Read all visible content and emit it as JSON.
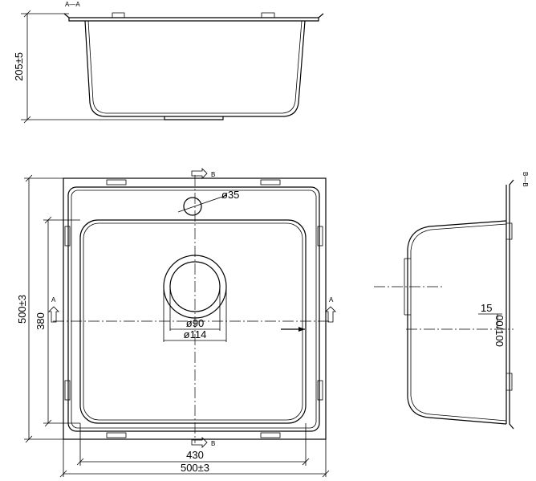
{
  "labels": {
    "section_aa": "A—A",
    "section_bb": "B—B",
    "marker_a_left": "A",
    "marker_a_right": "A",
    "marker_b_top": "B",
    "marker_b_bottom": "B",
    "height_depth": "205±5",
    "height_outer": "500±3",
    "height_inner": "380",
    "width_inner": "430",
    "width_outer": "500±3",
    "dia_tap_hole": "ø35",
    "dia_drain": "ø90",
    "dia_drain_outer": "ø114",
    "radius": "15",
    "dims_side": "00/100"
  },
  "colors": {
    "line": "#000000",
    "background": "#ffffff"
  }
}
